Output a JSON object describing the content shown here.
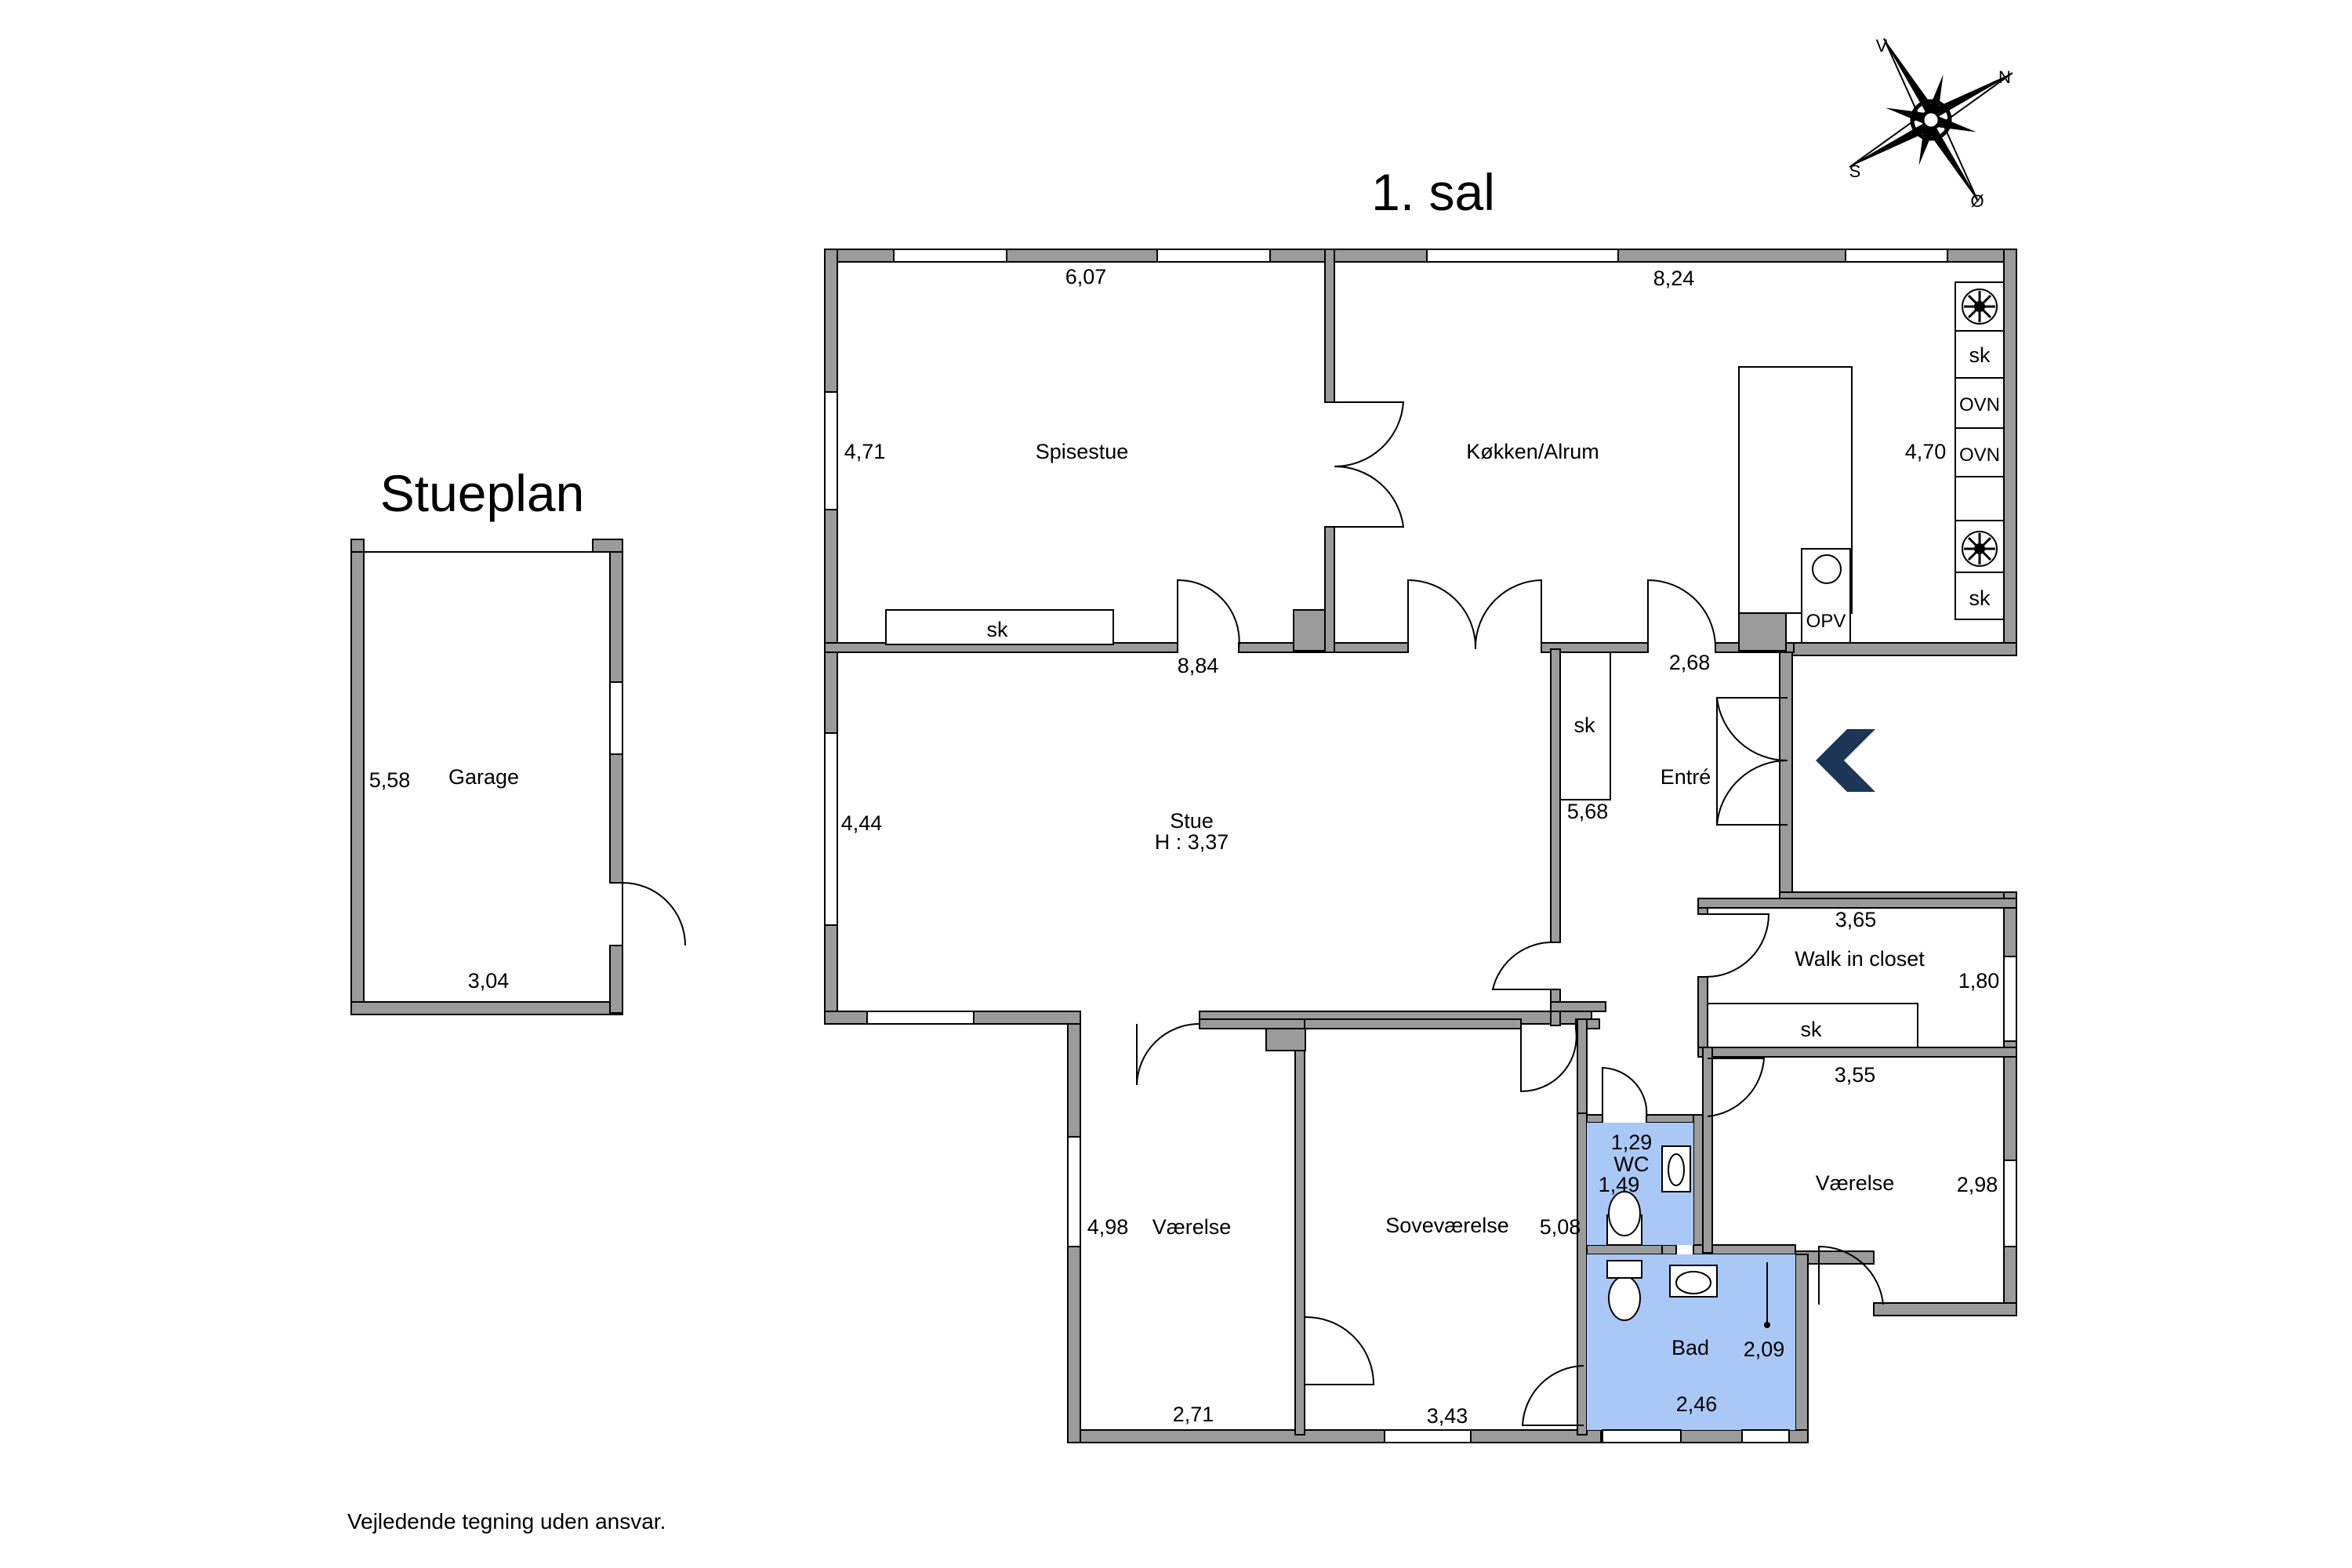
{
  "titles": {
    "first_floor": "1. sal",
    "ground_floor": "Stueplan"
  },
  "compass": {
    "n": "N",
    "s": "S",
    "v": "V",
    "o": "Ø"
  },
  "rooms": {
    "spisestue": "Spisestue",
    "kokken": "Køkken/Alrum",
    "stue": "Stue",
    "stue_height": "H : 3,37",
    "entre": "Entré",
    "walkin": "Walk in closet",
    "wc": "WC",
    "bad": "Bad",
    "vaerelse_1": "Værelse",
    "sovevaerelse": "Soveværelse",
    "vaerelse_2": "Værelse",
    "garage": "Garage"
  },
  "fixtures": {
    "sk": "sk",
    "ovn": "OVN",
    "opv": "OPV"
  },
  "dimensions": {
    "spisestue_w": "6,07",
    "spisestue_h": "4,71",
    "kokken_w": "8,24",
    "kokken_h": "4,70",
    "stue_w": "8,84",
    "stue_h": "4,44",
    "entre_w": "2,68",
    "entre_h": "5,68",
    "walkin_w": "3,65",
    "walkin_h": "1,80",
    "vaerelse2_w": "3,55",
    "vaerelse2_h": "2,98",
    "wc_w": "1,29",
    "wc_h": "1,49",
    "bad_w": "2,46",
    "bad_h": "2,09",
    "vaerelse1_h": "4,98",
    "vaerelse1_w": "2,71",
    "sove_h": "5,08",
    "sove_w": "3,43",
    "garage_h": "5,58",
    "garage_w": "3,04"
  },
  "colors": {
    "wall": "#9b9b9b",
    "wet_room": "#a9c8f5",
    "entry_arrow": "#1d3557"
  },
  "disclaimer": "Vejledende tegning uden ansvar."
}
